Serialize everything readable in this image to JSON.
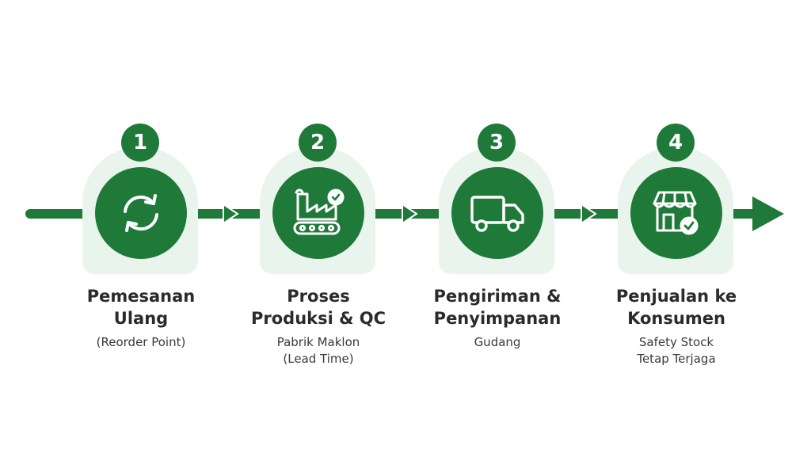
{
  "colors": {
    "accent": "#1f7a3a",
    "halo": "#e9f4ec"
  },
  "steps": [
    {
      "number": "1",
      "title_line1": "Pemesanan",
      "title_line2": "Ulang",
      "subtitle_line1": "(Reorder Point)",
      "subtitle_line2": "",
      "icon": "refresh-icon"
    },
    {
      "number": "2",
      "title_line1": "Proses",
      "title_line2": "Produksi & QC",
      "subtitle_line1": "Pabrik Maklon",
      "subtitle_line2": "(Lead Time)",
      "icon": "factory-icon"
    },
    {
      "number": "3",
      "title_line1": "Pengiriman &",
      "title_line2": "Penyimpanan",
      "subtitle_line1": "Gudang",
      "subtitle_line2": "",
      "icon": "truck-icon"
    },
    {
      "number": "4",
      "title_line1": "Penjualan ke",
      "title_line2": "Konsumen",
      "subtitle_line1": "Safety Stock",
      "subtitle_line2": "Tetap Terjaga",
      "icon": "store-icon"
    }
  ]
}
